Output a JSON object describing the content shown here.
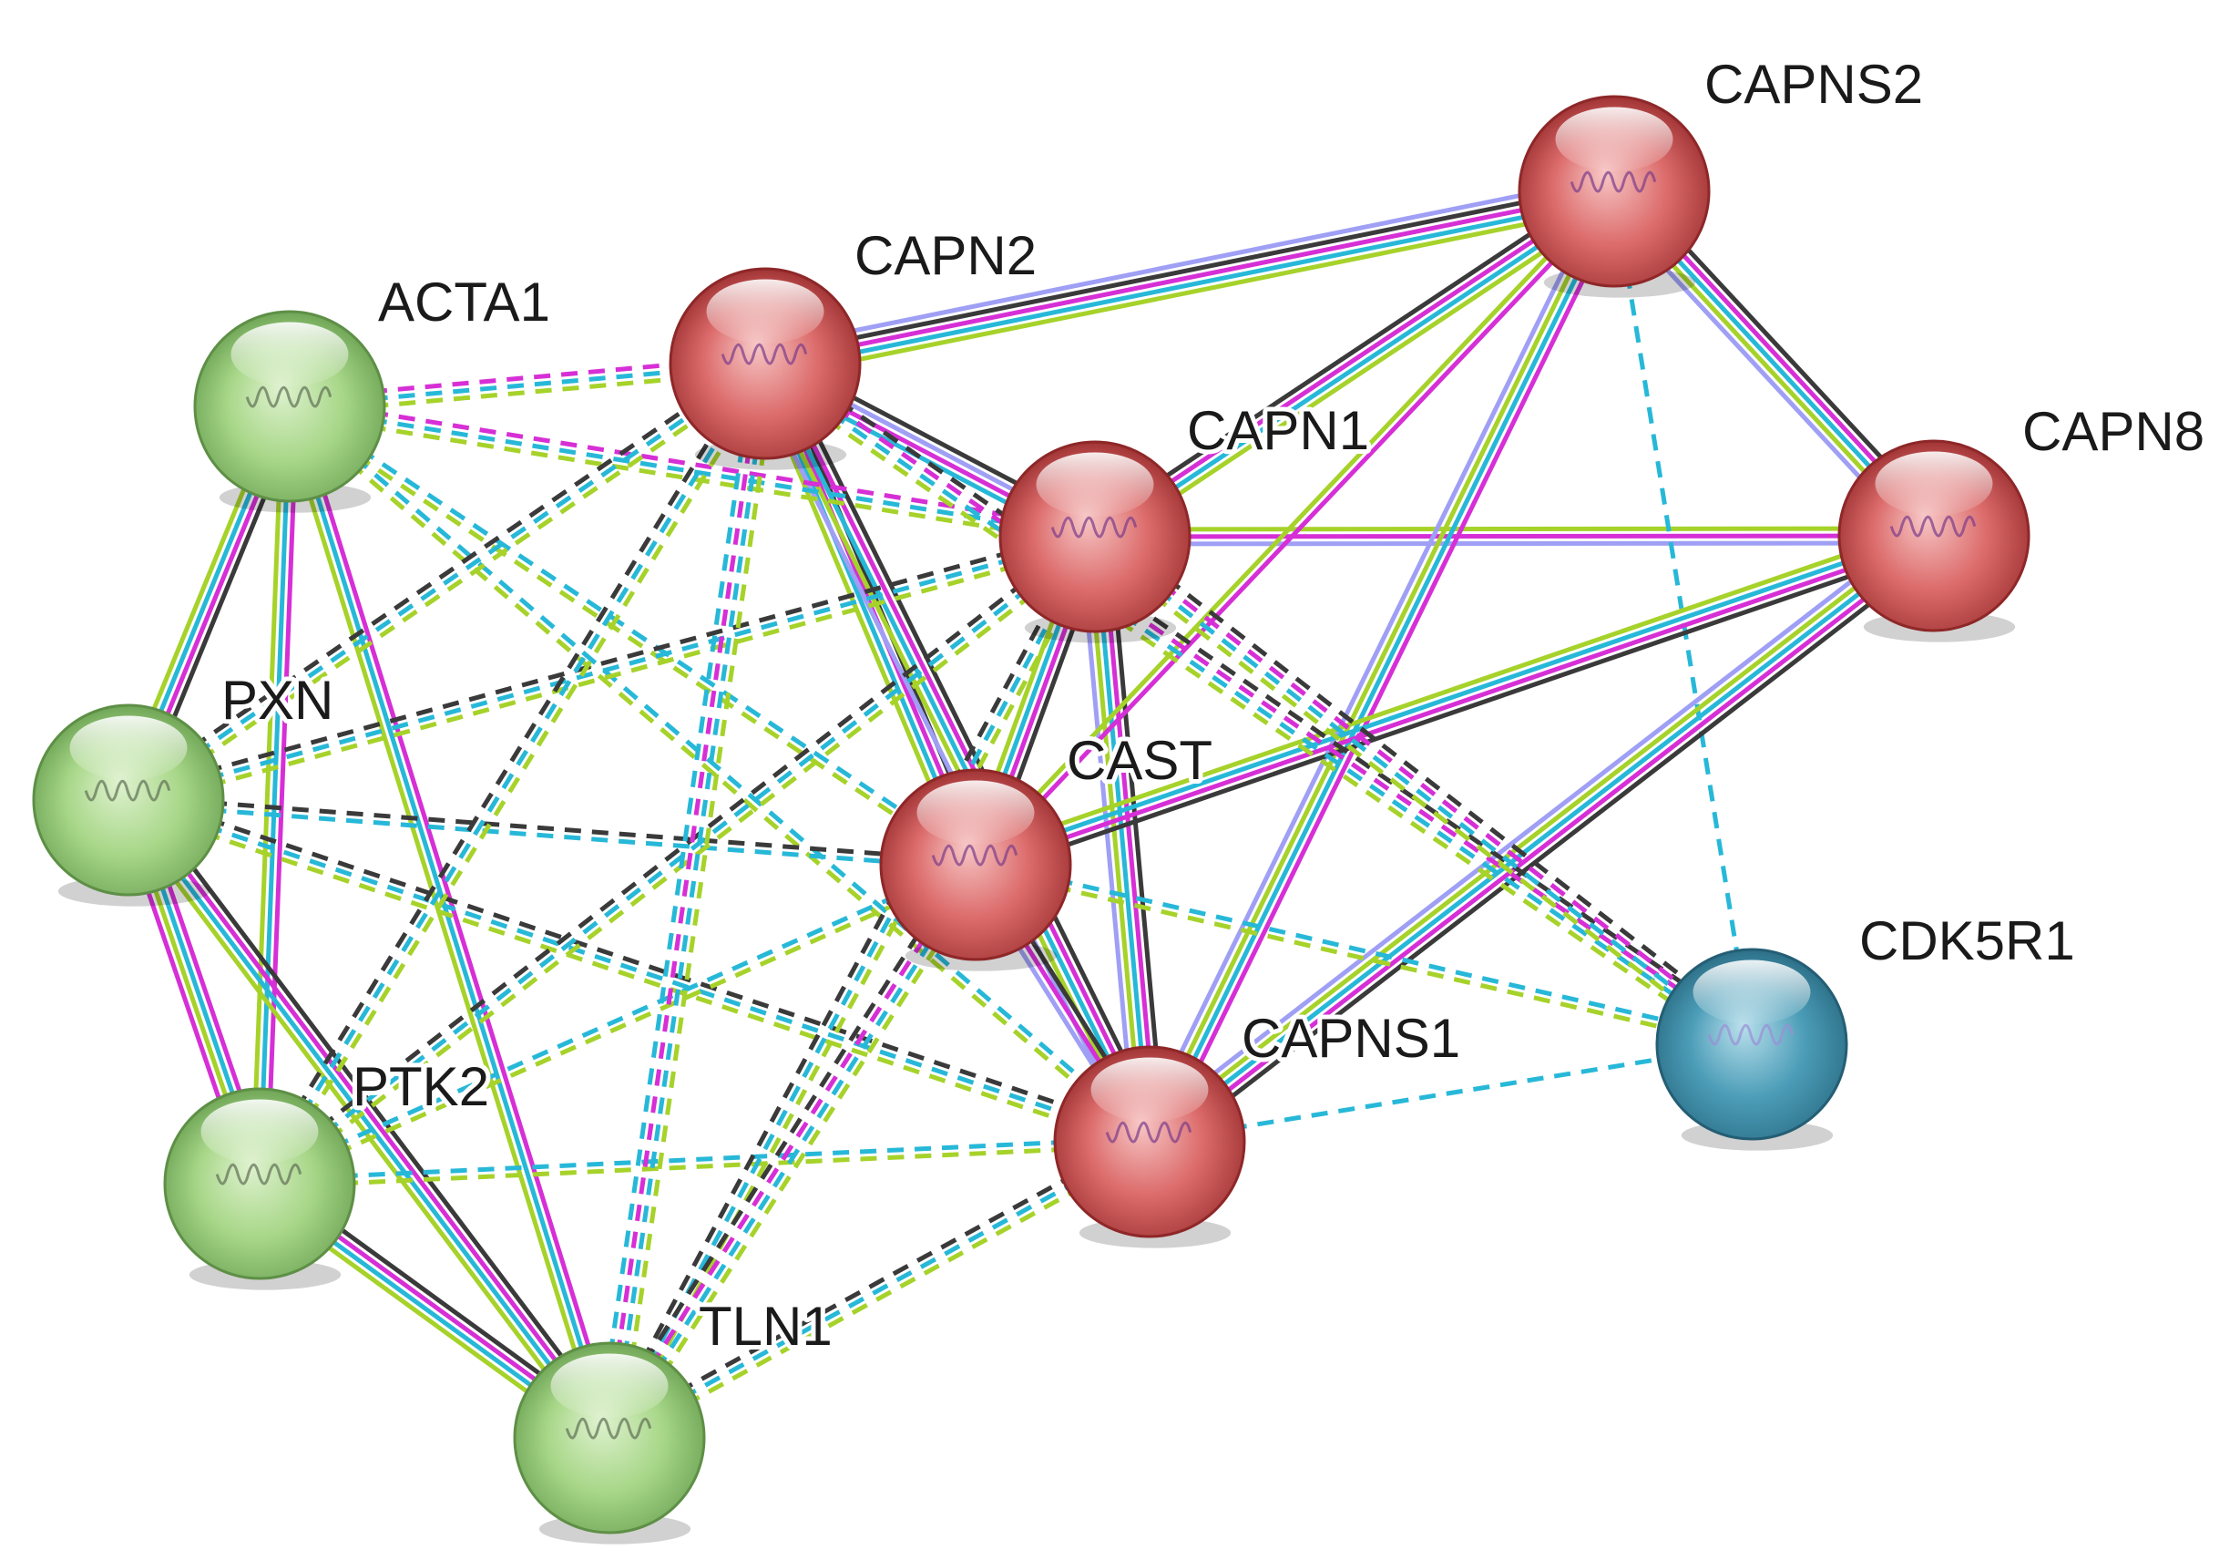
{
  "network": {
    "colors": {
      "green_node": "#9fd27f",
      "red_node": "#d9585a",
      "teal_node": "#3f92ad",
      "edge_black": "#3a3a3a",
      "edge_magenta": "#d62fd6",
      "edge_cyan": "#27b8d8",
      "edge_lime": "#a6d22a",
      "edge_lavender": "#9f9ff5"
    },
    "nodes": [
      {
        "id": "ACTA1",
        "label": "ACTA1",
        "color": "green"
      },
      {
        "id": "PXN",
        "label": "PXN",
        "color": "green"
      },
      {
        "id": "PTK2",
        "label": "PTK2",
        "color": "green"
      },
      {
        "id": "TLN1",
        "label": "TLN1",
        "color": "green"
      },
      {
        "id": "CAPN2",
        "label": "CAPN2",
        "color": "red"
      },
      {
        "id": "CAPN1",
        "label": "CAPN1",
        "color": "red"
      },
      {
        "id": "CAST",
        "label": "CAST",
        "color": "red"
      },
      {
        "id": "CAPNS1",
        "label": "CAPNS1",
        "color": "red"
      },
      {
        "id": "CAPNS2",
        "label": "CAPNS2",
        "color": "red"
      },
      {
        "id": "CAPN8",
        "label": "CAPN8",
        "color": "red"
      },
      {
        "id": "CDK5R1",
        "label": "CDK5R1",
        "color": "teal"
      }
    ],
    "edges": [
      {
        "source": "ACTA1",
        "target": "PXN",
        "style": "solid",
        "channels": [
          "edge_black",
          "edge_magenta",
          "edge_cyan",
          "edge_lime"
        ]
      },
      {
        "source": "ACTA1",
        "target": "PTK2",
        "style": "solid",
        "channels": [
          "edge_magenta",
          "edge_cyan",
          "edge_lime"
        ]
      },
      {
        "source": "ACTA1",
        "target": "TLN1",
        "style": "solid",
        "channels": [
          "edge_magenta",
          "edge_cyan",
          "edge_lime"
        ]
      },
      {
        "source": "PXN",
        "target": "PTK2",
        "style": "solid",
        "channels": [
          "edge_magenta",
          "edge_cyan",
          "edge_lime",
          "edge_magenta"
        ]
      },
      {
        "source": "PXN",
        "target": "TLN1",
        "style": "solid",
        "channels": [
          "edge_black",
          "edge_magenta",
          "edge_cyan",
          "edge_lime"
        ]
      },
      {
        "source": "PTK2",
        "target": "TLN1",
        "style": "solid",
        "channels": [
          "edge_black",
          "edge_magenta",
          "edge_cyan",
          "edge_lime"
        ]
      },
      {
        "source": "CAPN2",
        "target": "CAPNS2",
        "style": "solid",
        "channels": [
          "edge_lavender",
          "edge_black",
          "edge_magenta",
          "edge_cyan",
          "edge_lime"
        ]
      },
      {
        "source": "CAPN2",
        "target": "CAPN1",
        "style": "solid",
        "channels": [
          "edge_black",
          "edge_lavender",
          "edge_magenta",
          "edge_cyan"
        ]
      },
      {
        "source": "CAPN2",
        "target": "CAST",
        "style": "solid",
        "channels": [
          "edge_black",
          "edge_magenta",
          "edge_cyan",
          "edge_lime"
        ]
      },
      {
        "source": "CAPN2",
        "target": "CAPNS1",
        "style": "solid",
        "channels": [
          "edge_black",
          "edge_magenta",
          "edge_cyan",
          "edge_lime",
          "edge_lavender"
        ]
      },
      {
        "source": "CAPN1",
        "target": "CAPNS2",
        "style": "solid",
        "channels": [
          "edge_black",
          "edge_magenta",
          "edge_cyan",
          "edge_lime"
        ]
      },
      {
        "source": "CAPN1",
        "target": "CAPN8",
        "style": "solid",
        "channels": [
          "edge_lime",
          "edge_magenta",
          "edge_lavender"
        ]
      },
      {
        "source": "CAPN1",
        "target": "CAST",
        "style": "solid",
        "channels": [
          "edge_black",
          "edge_magenta",
          "edge_cyan",
          "edge_lime"
        ]
      },
      {
        "source": "CAPN1",
        "target": "CAPNS1",
        "style": "solid",
        "channels": [
          "edge_black",
          "edge_magenta",
          "edge_cyan",
          "edge_lime",
          "edge_lavender"
        ]
      },
      {
        "source": "CAPNS2",
        "target": "CAPN8",
        "style": "solid",
        "channels": [
          "edge_black",
          "edge_magenta",
          "edge_cyan",
          "edge_lime",
          "edge_lavender"
        ]
      },
      {
        "source": "CAPNS2",
        "target": "CAST",
        "style": "solid",
        "channels": [
          "edge_magenta",
          "edge_lime"
        ]
      },
      {
        "source": "CAPNS2",
        "target": "CAPNS1",
        "style": "solid",
        "channels": [
          "edge_magenta",
          "edge_cyan",
          "edge_lime",
          "edge_lavender"
        ]
      },
      {
        "source": "CAPNS2",
        "target": "CDK5R1",
        "style": "dashed",
        "channels": [
          "edge_cyan"
        ]
      },
      {
        "source": "CAPN8",
        "target": "CAST",
        "style": "solid",
        "channels": [
          "edge_black",
          "edge_magenta",
          "edge_cyan",
          "edge_lime"
        ]
      },
      {
        "source": "CAPN8",
        "target": "CAPNS1",
        "style": "solid",
        "channels": [
          "edge_black",
          "edge_magenta",
          "edge_cyan",
          "edge_lime",
          "edge_lavender"
        ]
      },
      {
        "source": "CAST",
        "target": "CAPNS1",
        "style": "solid",
        "channels": [
          "edge_black",
          "edge_magenta",
          "edge_lavender"
        ]
      },
      {
        "source": "CAPNS1",
        "target": "CDK5R1",
        "style": "dashed",
        "channels": [
          "edge_cyan"
        ]
      },
      {
        "source": "ACTA1",
        "target": "CAPN2",
        "style": "dashed",
        "channels": [
          "edge_magenta",
          "edge_cyan",
          "edge_lime"
        ]
      },
      {
        "source": "ACTA1",
        "target": "CAPN1",
        "style": "dashed",
        "channels": [
          "edge_magenta",
          "edge_cyan",
          "edge_lime"
        ]
      },
      {
        "source": "ACTA1",
        "target": "CAST",
        "style": "dashed",
        "channels": [
          "edge_cyan",
          "edge_lime"
        ]
      },
      {
        "source": "ACTA1",
        "target": "CAPNS1",
        "style": "dashed",
        "channels": [
          "edge_cyan",
          "edge_lime"
        ]
      },
      {
        "source": "PXN",
        "target": "CAPN2",
        "style": "dashed",
        "channels": [
          "edge_black",
          "edge_cyan",
          "edge_lime"
        ]
      },
      {
        "source": "PXN",
        "target": "CAPN1",
        "style": "dashed",
        "channels": [
          "edge_black",
          "edge_cyan",
          "edge_lime"
        ]
      },
      {
        "source": "PXN",
        "target": "CAST",
        "style": "dashed",
        "channels": [
          "edge_black",
          "edge_cyan"
        ]
      },
      {
        "source": "PXN",
        "target": "CAPNS1",
        "style": "dashed",
        "channels": [
          "edge_black",
          "edge_cyan",
          "edge_lime"
        ]
      },
      {
        "source": "PTK2",
        "target": "CAPN2",
        "style": "dashed",
        "channels": [
          "edge_black",
          "edge_cyan",
          "edge_lime"
        ]
      },
      {
        "source": "PTK2",
        "target": "CAPN1",
        "style": "dashed",
        "channels": [
          "edge_black",
          "edge_cyan",
          "edge_lime"
        ]
      },
      {
        "source": "PTK2",
        "target": "CAST",
        "style": "dashed",
        "channels": [
          "edge_cyan",
          "edge_lime"
        ]
      },
      {
        "source": "PTK2",
        "target": "CAPNS1",
        "style": "dashed",
        "channels": [
          "edge_cyan",
          "edge_lime"
        ]
      },
      {
        "source": "TLN1",
        "target": "CAPN2",
        "style": "dashed",
        "channels": [
          "edge_cyan",
          "edge_magenta",
          "edge_cyan",
          "edge_lime"
        ]
      },
      {
        "source": "TLN1",
        "target": "CAPN1",
        "style": "dashed",
        "channels": [
          "edge_black",
          "edge_cyan",
          "edge_lime"
        ]
      },
      {
        "source": "TLN1",
        "target": "CAST",
        "style": "dashed",
        "channels": [
          "edge_black",
          "edge_magenta",
          "edge_cyan",
          "edge_lime"
        ]
      },
      {
        "source": "TLN1",
        "target": "CAPNS1",
        "style": "dashed",
        "channels": [
          "edge_black",
          "edge_cyan",
          "edge_lime"
        ]
      },
      {
        "source": "CAPN2",
        "target": "CDK5R1",
        "style": "dashed",
        "channels": [
          "edge_black",
          "edge_magenta",
          "edge_cyan",
          "edge_lime"
        ]
      },
      {
        "source": "CAPN1",
        "target": "CDK5R1",
        "style": "dashed",
        "channels": [
          "edge_black",
          "edge_magenta",
          "edge_cyan",
          "edge_lime"
        ]
      },
      {
        "source": "CAST",
        "target": "CDK5R1",
        "style": "dashed",
        "channels": [
          "edge_cyan",
          "edge_lime"
        ]
      }
    ]
  }
}
